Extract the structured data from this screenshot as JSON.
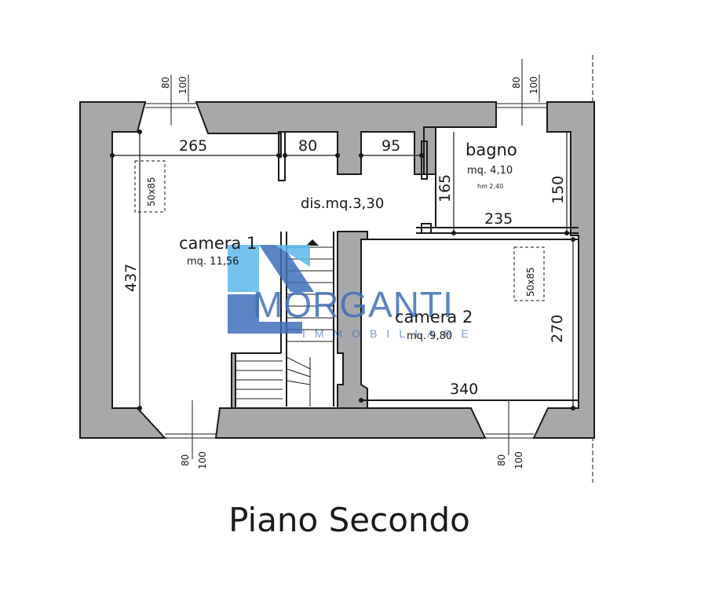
{
  "title": "Piano Secondo",
  "rooms": {
    "camera1": {
      "name": "camera 1",
      "area": "mq. 11,56"
    },
    "camera2": {
      "name": "camera 2",
      "area": "mq. 9,80"
    },
    "bagno": {
      "name": "bagno",
      "area": "mq. 4,10",
      "height": "hm 2,40"
    },
    "dis": {
      "label": "dis.mq.3,30"
    }
  },
  "dimensions": {
    "d265": "265",
    "d80": "80",
    "d95": "95",
    "d165": "165",
    "d150": "150",
    "d235": "235",
    "d437": "437",
    "d270": "270",
    "d340": "340"
  },
  "windows": {
    "w_top_left": {
      "a": "80",
      "b": "100"
    },
    "w_top_right": {
      "a": "80",
      "b": "100"
    },
    "w_bottom_left": {
      "a": "80",
      "b": "100"
    },
    "w_bottom_right": {
      "a": "80",
      "b": "100"
    }
  },
  "boxes": {
    "box_left": "50x85",
    "box_right": "50x85"
  },
  "watermark": {
    "brand": "MORGANTI",
    "sub": "IMMOBILIARE",
    "colors": {
      "dark": "#3f6fb8",
      "light": "#5cb8ea"
    }
  },
  "colors": {
    "wall": "#a8a8ab",
    "line": "#1a1a1a"
  }
}
